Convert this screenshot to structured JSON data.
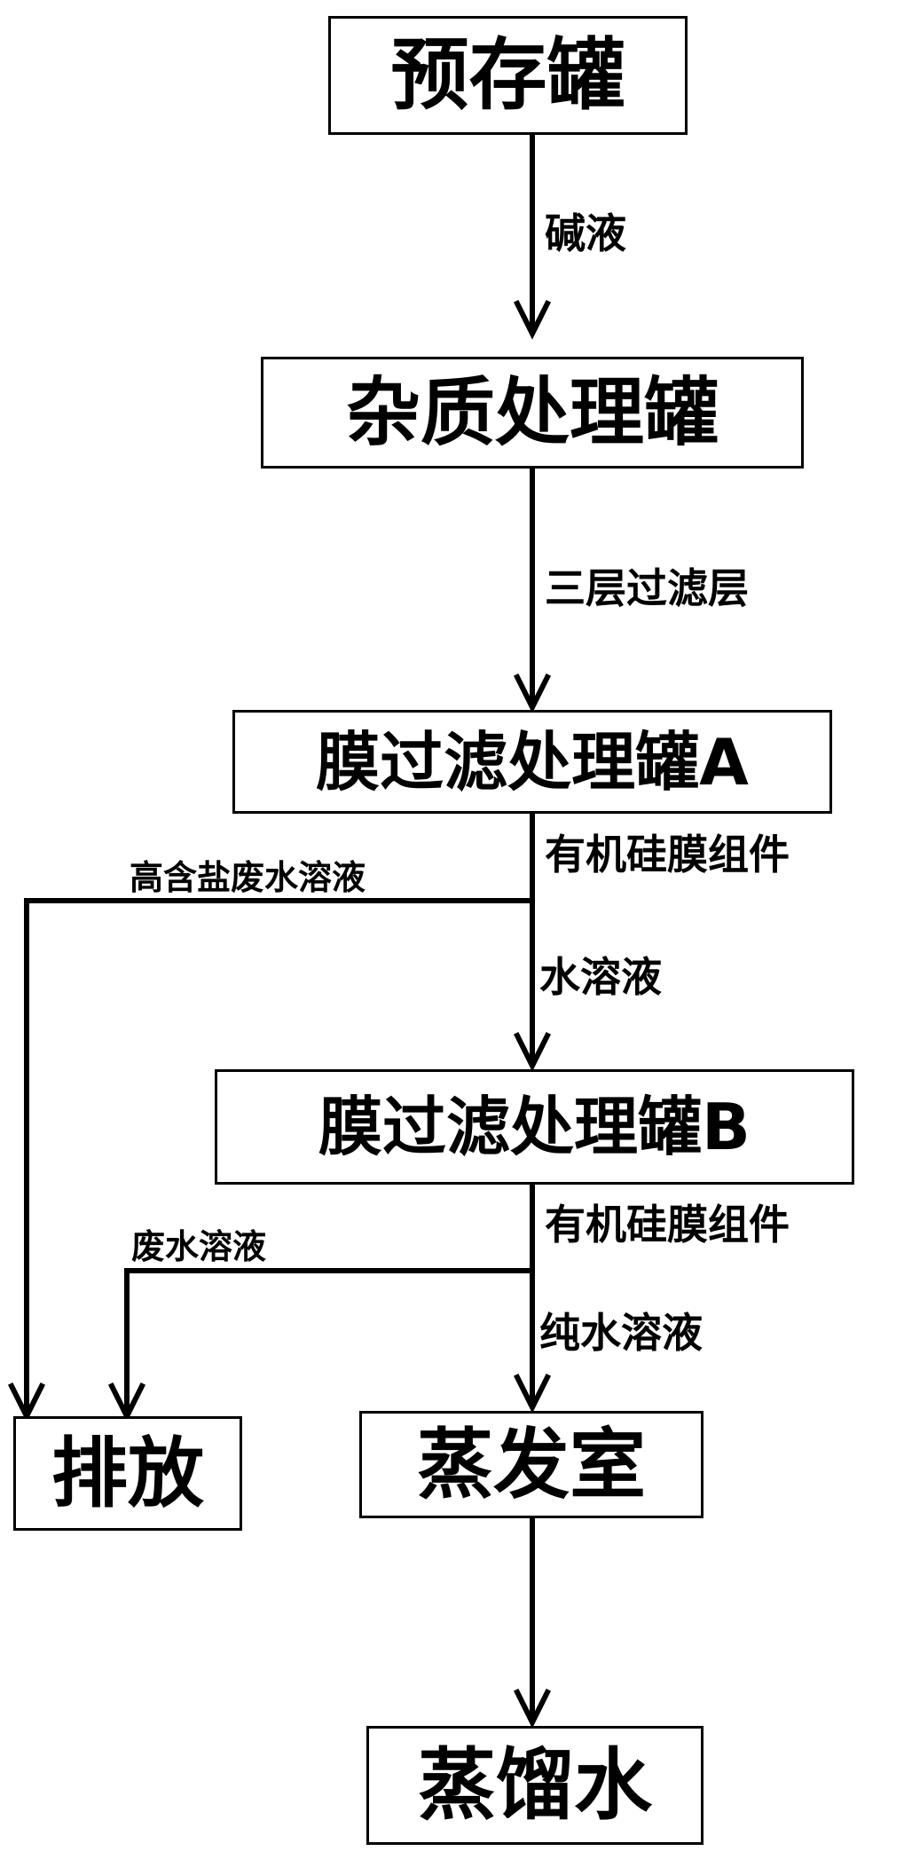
{
  "nodes": {
    "pre_storage_tank": "预存罐",
    "impurity_tank": "杂质处理罐",
    "membrane_tank_a": "膜过滤处理罐A",
    "membrane_tank_b": "膜过滤处理罐B",
    "discharge": "排放",
    "evaporation_room": "蒸发室",
    "distilled_water": "蒸馏水"
  },
  "edge_labels": {
    "alkali_liquid": "碱液",
    "three_layer_filter": "三层过滤层",
    "organosilicon_membrane_a": "有机硅膜组件",
    "high_salt_wastewater": "高含盐废水溶液",
    "aqueous_solution": "水溶液",
    "organosilicon_membrane_b": "有机硅膜组件",
    "wastewater_solution": "废水溶液",
    "pure_water_solution": "纯水溶液"
  }
}
